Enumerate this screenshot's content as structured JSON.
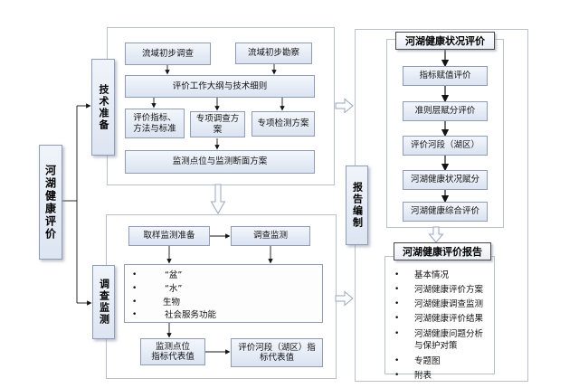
{
  "left_column": {
    "main_label": "河湖健康评价"
  },
  "stage_labels": {
    "tech_prep": "技术准备",
    "survey_monitor": "调查监测",
    "report_compile": "报告编制"
  },
  "tech_group": {
    "preliminary_survey": "流域初步调查",
    "preliminary_recon": "流域初步勘察",
    "work_outline": "评价工作大纲与技术细则",
    "indicators_lines": [
      "评价指标、",
      "方法与标准"
    ],
    "special_survey_plan": "专项调查方案",
    "special_test_plan": "专项检测方案",
    "monitoring_plan": "监测点位与监测断面方案"
  },
  "survey_group": {
    "sampling_prep": "取样监测准备",
    "survey_monitoring": "调查监测",
    "aspects": [
      "“盆”",
      "“水”",
      "生物",
      "社会服务功能"
    ],
    "point_values_lines": [
      "监测点位",
      "指标代表值"
    ],
    "reach_values_lines": [
      "评价河段（湖区）指",
      "标代表值"
    ]
  },
  "assessment_group": {
    "title": "河湖健康状况评价",
    "steps": [
      "指标赋值评价",
      "准则层赋分评价",
      "评价河段（湖区）",
      "河湖健康状况赋分",
      "河湖健康综合评价"
    ]
  },
  "report_group": {
    "title": "河湖健康评价报告",
    "items": [
      "基本情况",
      "河湖健康评价方案",
      "河湖健康调查监测",
      "河湖健康评价结果",
      "河湖健康问题分析与保护对策",
      "专题图",
      "附表"
    ]
  }
}
